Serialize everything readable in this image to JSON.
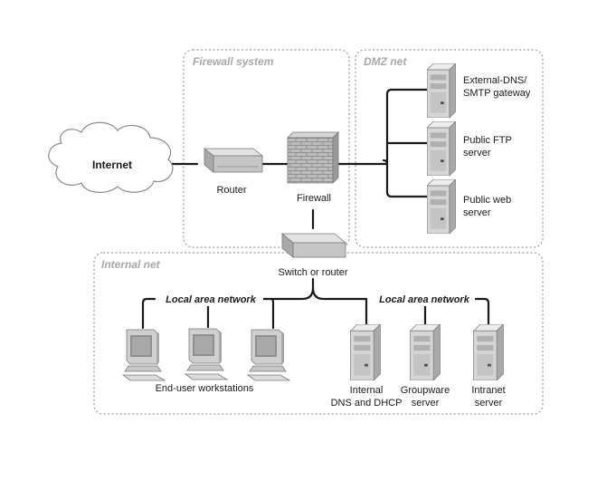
{
  "zones": {
    "firewall_system": "Firewall system",
    "dmz_net": "DMZ net",
    "internal_net": "Internal net"
  },
  "nodes": {
    "internet": "Internet",
    "router": "Router",
    "firewall": "Firewall",
    "switch_line1": "Switch or router",
    "dmz_dns_line1": "External-DNS/",
    "dmz_dns_line2": "SMTP gateway",
    "dmz_ftp_line1": "Public FTP",
    "dmz_ftp_line2": "server",
    "dmz_web_line1": "Public web",
    "dmz_web_line2": "server",
    "workstations": "End-user workstations",
    "internal_dns_line1": "Internal",
    "internal_dns_line2": "DNS and DHCP",
    "groupware_line1": "Groupware",
    "groupware_line2": "server",
    "intranet_line1": "Intranet",
    "intranet_line2": "server"
  },
  "lan_labels": {
    "left": "Local area network",
    "right": "Local area network"
  },
  "colors": {
    "wire": "#1a1a1a",
    "zone_border": "#9a9a9a",
    "zone_title": "#a8a8a8",
    "device_fill": "#d0d0d0"
  }
}
